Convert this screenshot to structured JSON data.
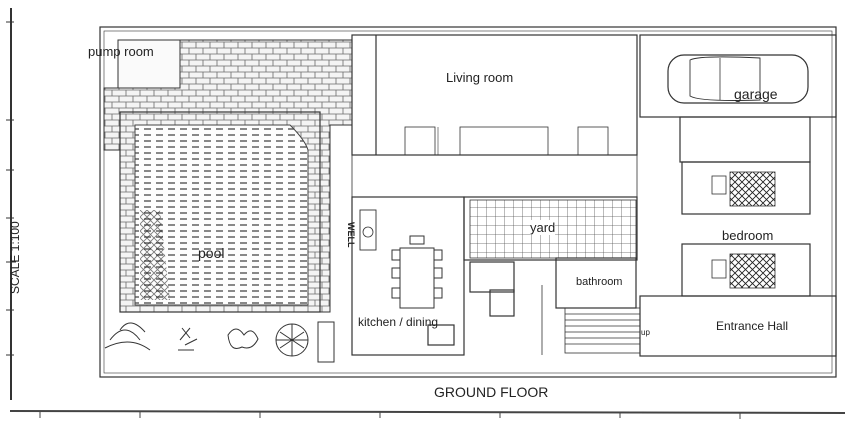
{
  "plan": {
    "title": "GROUND FLOOR",
    "scale": "SCALE 1:100",
    "rooms": {
      "pump_room": "pump room",
      "living_room": "Living room",
      "garage": "garage",
      "pool": "pool",
      "well": "WELL",
      "yard": "yard",
      "bedroom": "bedroom",
      "bathroom": "bathroom",
      "kitchen_dining": "kitchen / dining",
      "entrance_hall": "Entrance Hall",
      "stair_up": "up"
    }
  }
}
